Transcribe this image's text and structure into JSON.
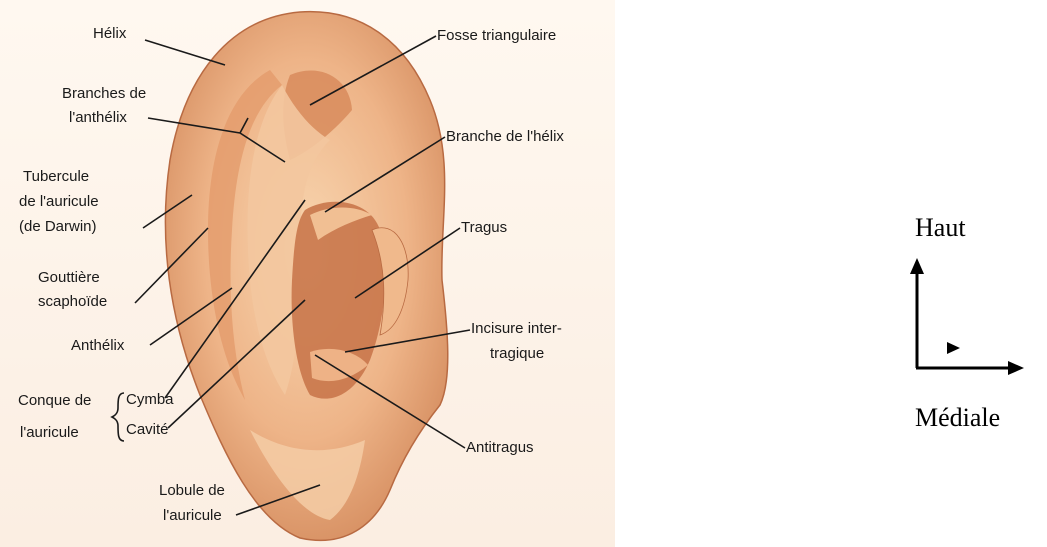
{
  "labels": {
    "helix": "Hélix",
    "branches_antihelix_1": "Branches de",
    "branches_antihelix_2": "l'anthélix",
    "tubercule_1": "Tubercule",
    "tubercule_2": "de l'auricule",
    "tubercule_3": "(de Darwin)",
    "gouttiere_1": "Gouttière",
    "gouttiere_2": "scaphoïde",
    "anthelix": "Anthélix",
    "conque_1": "Conque de",
    "conque_2": "l'auricule",
    "cymba": "Cymba",
    "cavite": "Cavité",
    "lobule_1": "Lobule de",
    "lobule_2": "l'auricule",
    "fosse": "Fosse triangulaire",
    "branche_helix": "Branche de l'hélix",
    "tragus": "Tragus",
    "incisure_1": "Incisure inter-",
    "incisure_2": "tragique",
    "antitragus": "Antitragus"
  },
  "orientation": {
    "up": "Haut",
    "medial": "Médiale"
  },
  "colors": {
    "skin_light": "#f6cfa6",
    "skin_mid": "#e8a574",
    "skin_dark": "#c7764a",
    "shadow": "#a9593a"
  }
}
